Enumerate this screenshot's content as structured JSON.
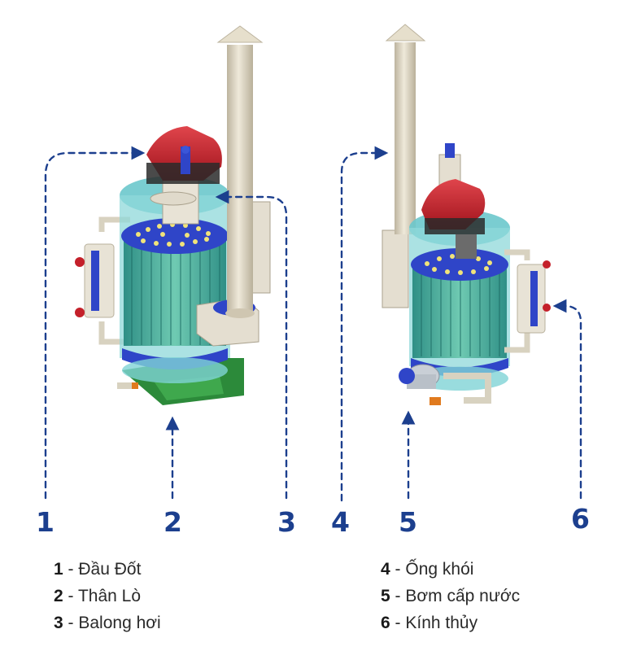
{
  "colors": {
    "callout": "#1c3f8e",
    "chimney": "#ddd5c2",
    "burner": "#c4202a",
    "shell_glass": "#7fd3d6",
    "tubes": "#3fae9e",
    "base_band": "#2f45c8",
    "base_plate": "#2c8a3a"
  },
  "callouts": {
    "c1": "1",
    "c2": "2",
    "c3": "3",
    "c4": "4",
    "c5": "5",
    "c6": "6"
  },
  "legend": {
    "left": [
      {
        "num": "1",
        "sep": " - ",
        "label": "Đầu Đốt"
      },
      {
        "num": "2",
        "sep": " - ",
        "label": "Thân Lò"
      },
      {
        "num": "3",
        "sep": " - ",
        "label": "Balong hơi"
      }
    ],
    "right": [
      {
        "num": "4",
        "sep": " - ",
        "label": "Ống khói"
      },
      {
        "num": "5",
        "sep": " - ",
        "label": "Bơm cấp nước"
      },
      {
        "num": "6",
        "sep": " - ",
        "label": "Kính thủy"
      }
    ]
  }
}
